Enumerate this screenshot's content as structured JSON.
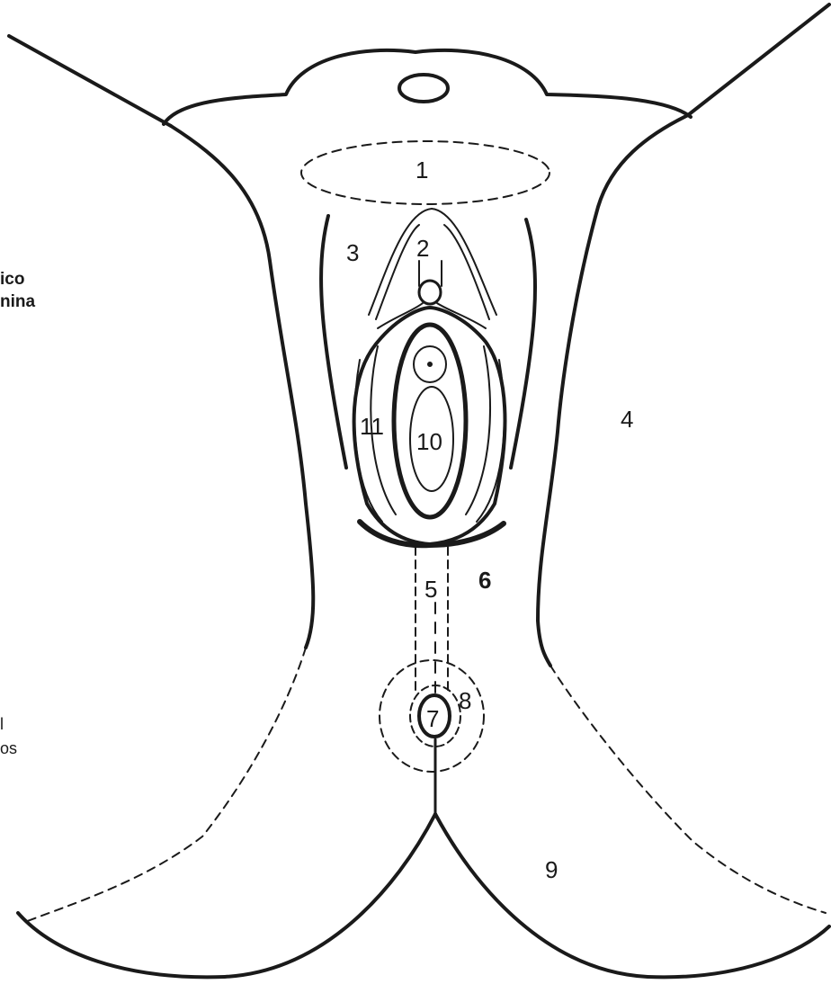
{
  "side_text": {
    "line1": "ico",
    "line2": "nina",
    "line3": "l",
    "line4": "os"
  },
  "labels": [
    "1",
    "2",
    "3",
    "4",
    "5",
    "6",
    "7",
    "8",
    "9",
    "10",
    "11"
  ],
  "colors": {
    "line": "#1a1a1a",
    "background": "#ffffff"
  }
}
